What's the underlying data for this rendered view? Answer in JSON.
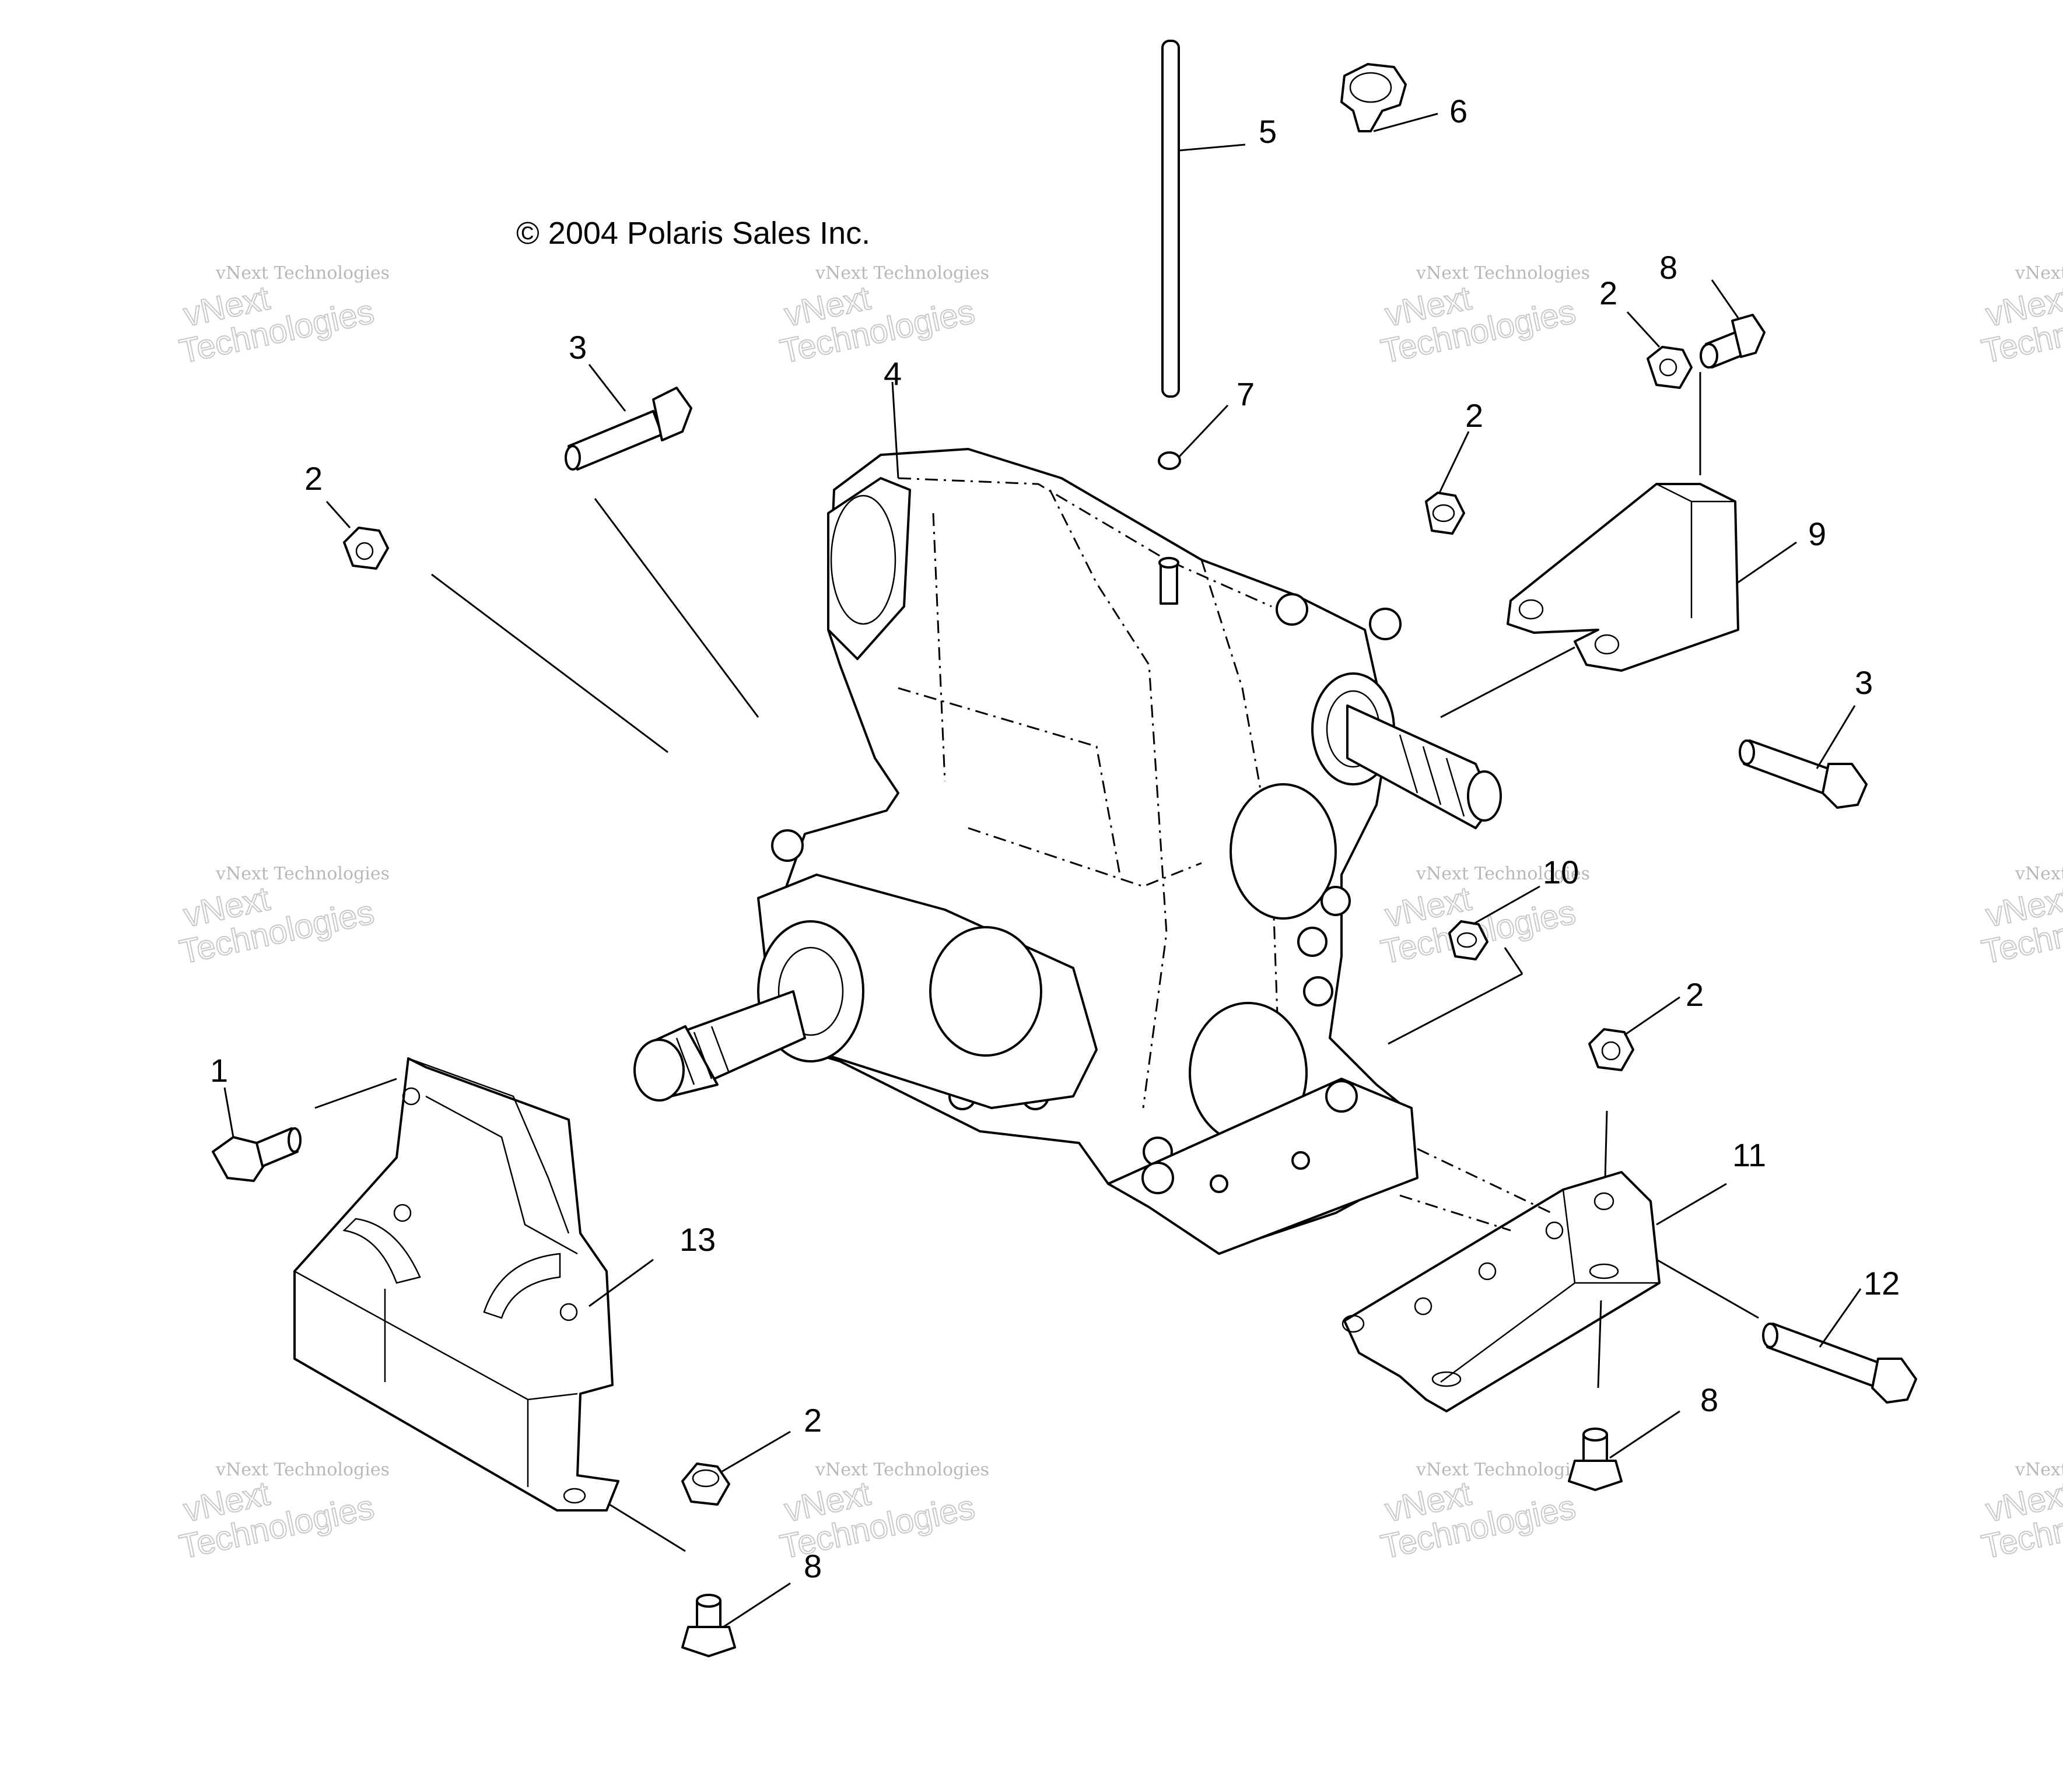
{
  "copyright": "© 2004 Polaris Sales Inc.",
  "watermark": {
    "line1": "vNext Technologies",
    "line2": "vNext",
    "line3": "Technologies"
  },
  "callouts": {
    "c1": "1",
    "c2a": "2",
    "c2b": "2",
    "c2c": "2",
    "c2d": "2",
    "c2e": "2",
    "c3a": "3",
    "c3b": "3",
    "c4": "4",
    "c5": "5",
    "c6": "6",
    "c7": "7",
    "c8a": "8",
    "c8b": "8",
    "c8c": "8",
    "c9": "9",
    "c10": "10",
    "c11": "11",
    "c12": "12",
    "c13": "13"
  }
}
